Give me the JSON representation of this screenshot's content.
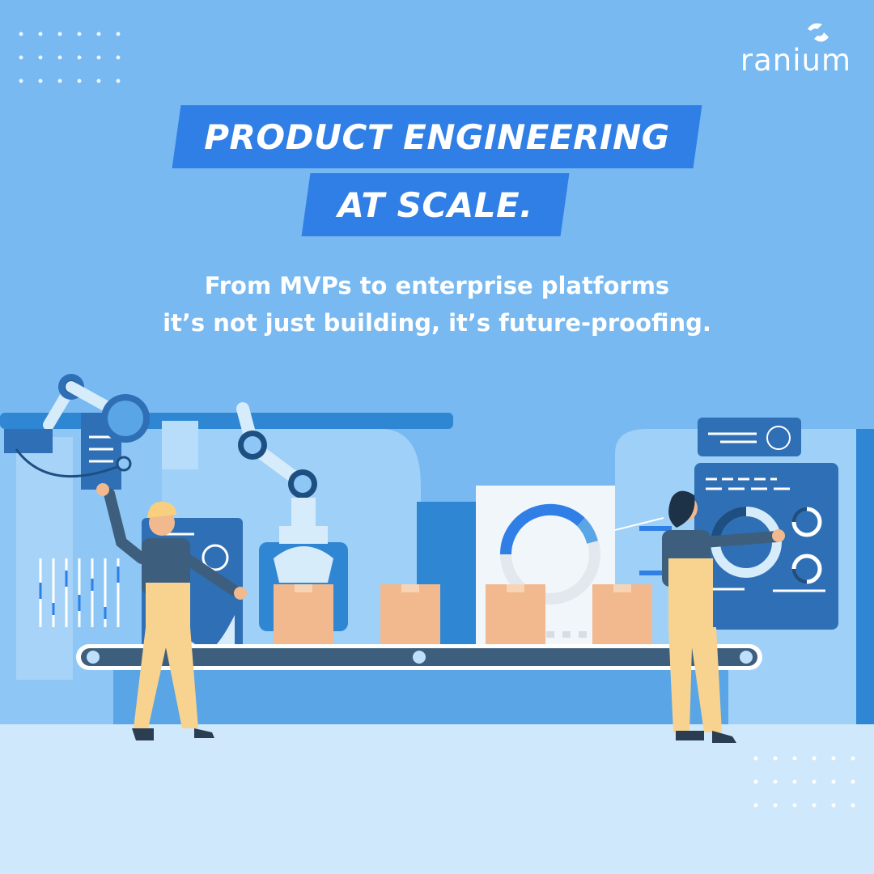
{
  "brand": {
    "name": "ranium",
    "colors": {
      "background": "#77b9f0",
      "banner": "#2f7fe6",
      "floor": "#cfe8fb",
      "text": "#ffffff"
    }
  },
  "headline": {
    "line1": "PRODUCT ENGINEERING",
    "line2": "AT SCALE."
  },
  "subheadline": {
    "line1": "From MVPs to enterprise platforms",
    "line2": "it’s not just building, it’s future-proofing."
  },
  "illustration": {
    "icons": [
      "robot-arm-icon",
      "conveyor-belt-icon",
      "cardboard-box-icon",
      "worker-icon",
      "donut-chart-icon",
      "dashboard-panel-icon"
    ]
  }
}
